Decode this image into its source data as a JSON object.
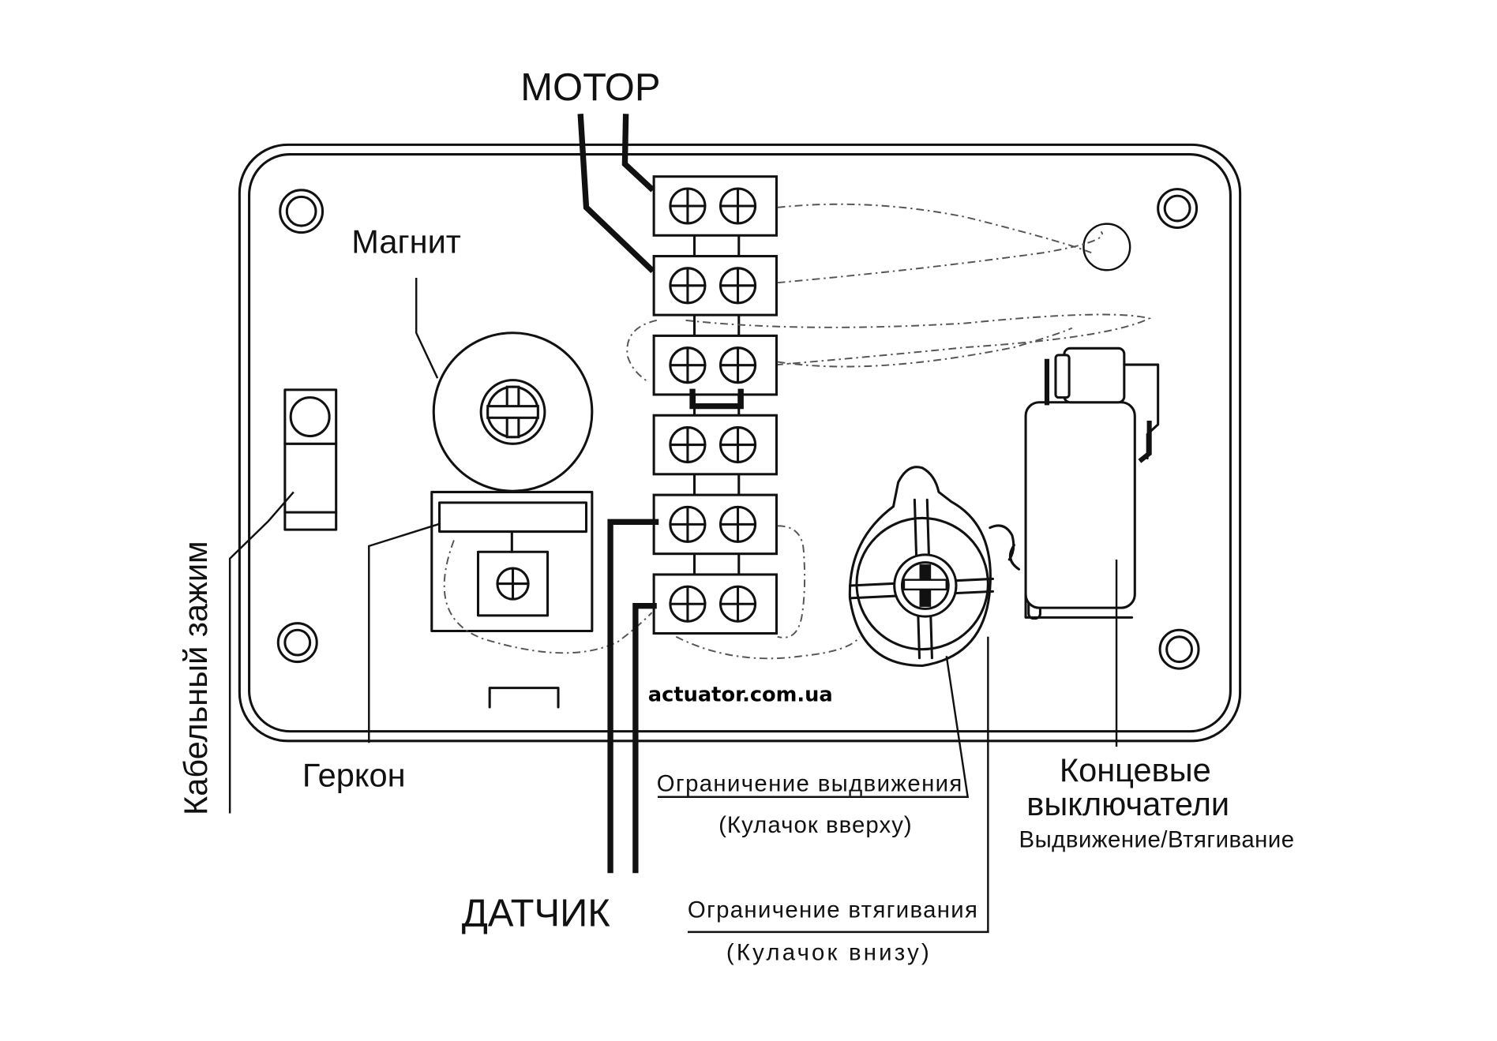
{
  "diagram": {
    "title": "Actuator limit switch box wiring layout",
    "labels": {
      "motor": "МОТОР",
      "magnet": "Магнит",
      "cable_clamp": "Кабельный зажим",
      "reed_switch": "Геркон",
      "sensor": "ДАТЧИК",
      "extend_limit": "Ограничение выдвижения",
      "extend_limit_note": "(Кулачок вверху)",
      "retract_limit": "Ограничение втягивания",
      "retract_limit_note": "(Кулачок внизу)",
      "limit_switches_line1": "Концевые",
      "limit_switches_line2": "выключатели",
      "limit_switches_sub": "Выдвижение/Втягивание",
      "watermark": "actuator.com.ua"
    },
    "terminal_block": {
      "rows": 6,
      "screws_per_row": 2
    },
    "mounting_holes": 4
  }
}
